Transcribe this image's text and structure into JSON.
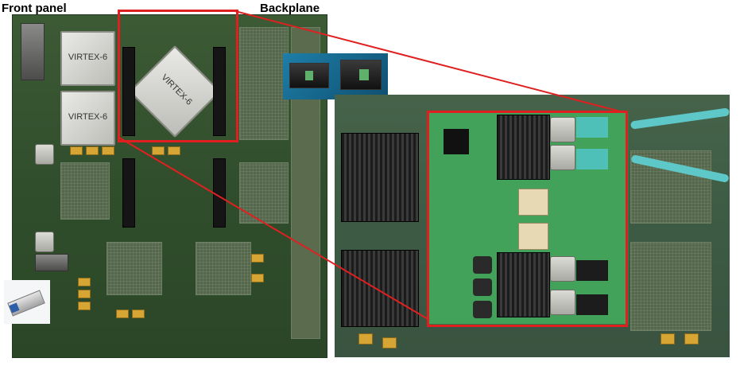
{
  "labels": {
    "front_panel": "Front panel",
    "backplane": "Backplane"
  },
  "board": {
    "fpga_label": "VIRTEX-6"
  },
  "colors": {
    "highlight": "#e02020",
    "pcb_green": "#2f4d2b",
    "mezzanine_green": "#43a25a",
    "fiber_cable": "#5ec7c8"
  }
}
